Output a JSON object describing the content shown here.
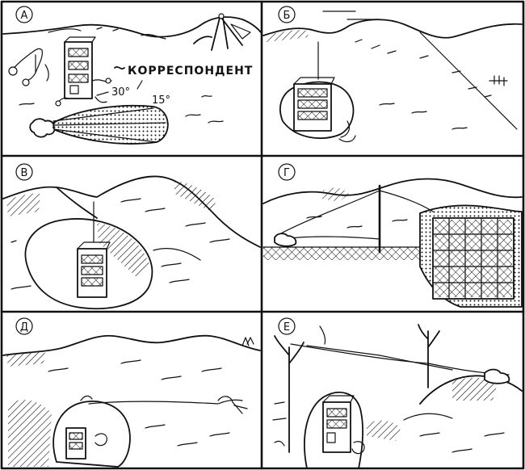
{
  "panels": [
    {
      "id": "a",
      "letter": "А"
    },
    {
      "id": "b",
      "letter": "Б"
    },
    {
      "id": "v",
      "letter": "В"
    },
    {
      "id": "g",
      "letter": "Г"
    },
    {
      "id": "d",
      "letter": "Д"
    },
    {
      "id": "e",
      "letter": "Е"
    }
  ],
  "annotations": {
    "correspondent": "КОРРЕСПОНДЕНТ",
    "angle_1": "30°",
    "angle_2": "15°"
  }
}
